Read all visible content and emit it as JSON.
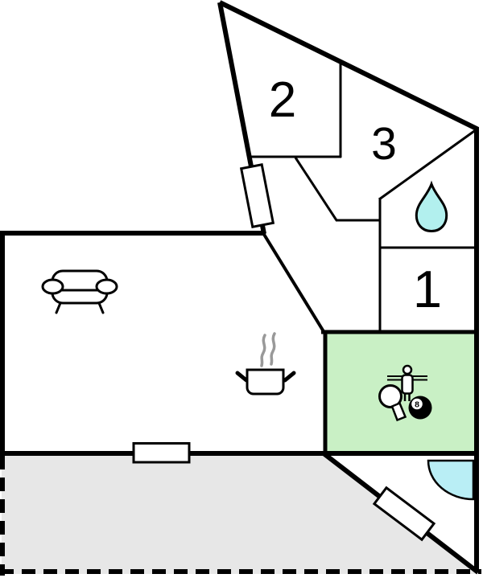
{
  "floor_plan": {
    "room_labels": {
      "room2": "2",
      "room3": "3",
      "room1": "1"
    },
    "billiard_ball_number": "8",
    "colors": {
      "game_room": "#c9f0c5",
      "water_drop": "#b2f0ee",
      "door_swing": "#b9eef5",
      "terrace": "#e7e7e7",
      "walls": "#000000",
      "steam": "#999999"
    },
    "icons": {
      "living_area": "sofa-icon",
      "kitchen": "cooking-pot-icon",
      "bathroom": "water-drop-icon",
      "game_room": [
        "foosball-player-icon",
        "table-tennis-paddle-icon",
        "billiard-8-ball-icon"
      ],
      "entrance": "door-swing-icon",
      "openings": "window-icon"
    }
  }
}
